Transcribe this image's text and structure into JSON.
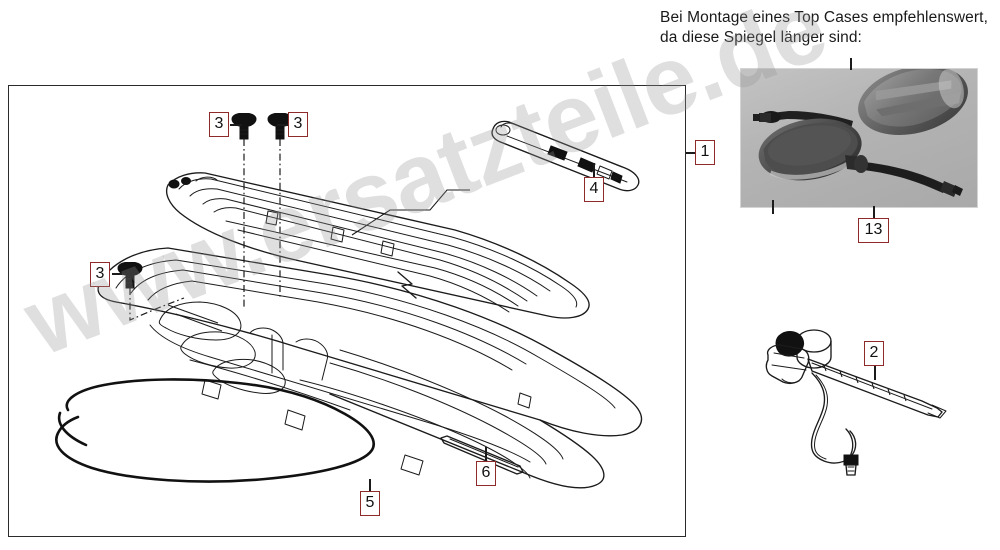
{
  "heading": {
    "line1": "Bei Montage eines Top Cases empfehlenswert,",
    "line2": "da diese Spiegel länger sind:"
  },
  "watermark": {
    "text": "www.ersatzteile.de"
  },
  "colors": {
    "callout_border": "#8e2a2a",
    "line": "#1b1b1b",
    "photo_background": "#b9b9b9"
  },
  "callouts": [
    {
      "id": "c1",
      "number": "1",
      "target": "top-case-assembly"
    },
    {
      "id": "c2",
      "number": "2",
      "target": "lock-cylinder-cable-assembly"
    },
    {
      "id": "c3a",
      "number": "3",
      "target": "mounting-bolt-left"
    },
    {
      "id": "c3b",
      "number": "3",
      "target": "mounting-bolt-center"
    },
    {
      "id": "c3c",
      "number": "3",
      "target": "mounting-bolt-lower-left"
    },
    {
      "id": "c4",
      "number": "4",
      "target": "lid-trim-strip"
    },
    {
      "id": "c5",
      "number": "5",
      "target": "lid-seal-gasket"
    },
    {
      "id": "c6",
      "number": "6",
      "target": "hinge-pin-rod"
    },
    {
      "id": "c13",
      "number": "13",
      "target": "long-mirrors-pair"
    }
  ],
  "photo": {
    "caption_number": "13",
    "alt": "pair of black long-stem motorcycle mirrors on grey background"
  }
}
